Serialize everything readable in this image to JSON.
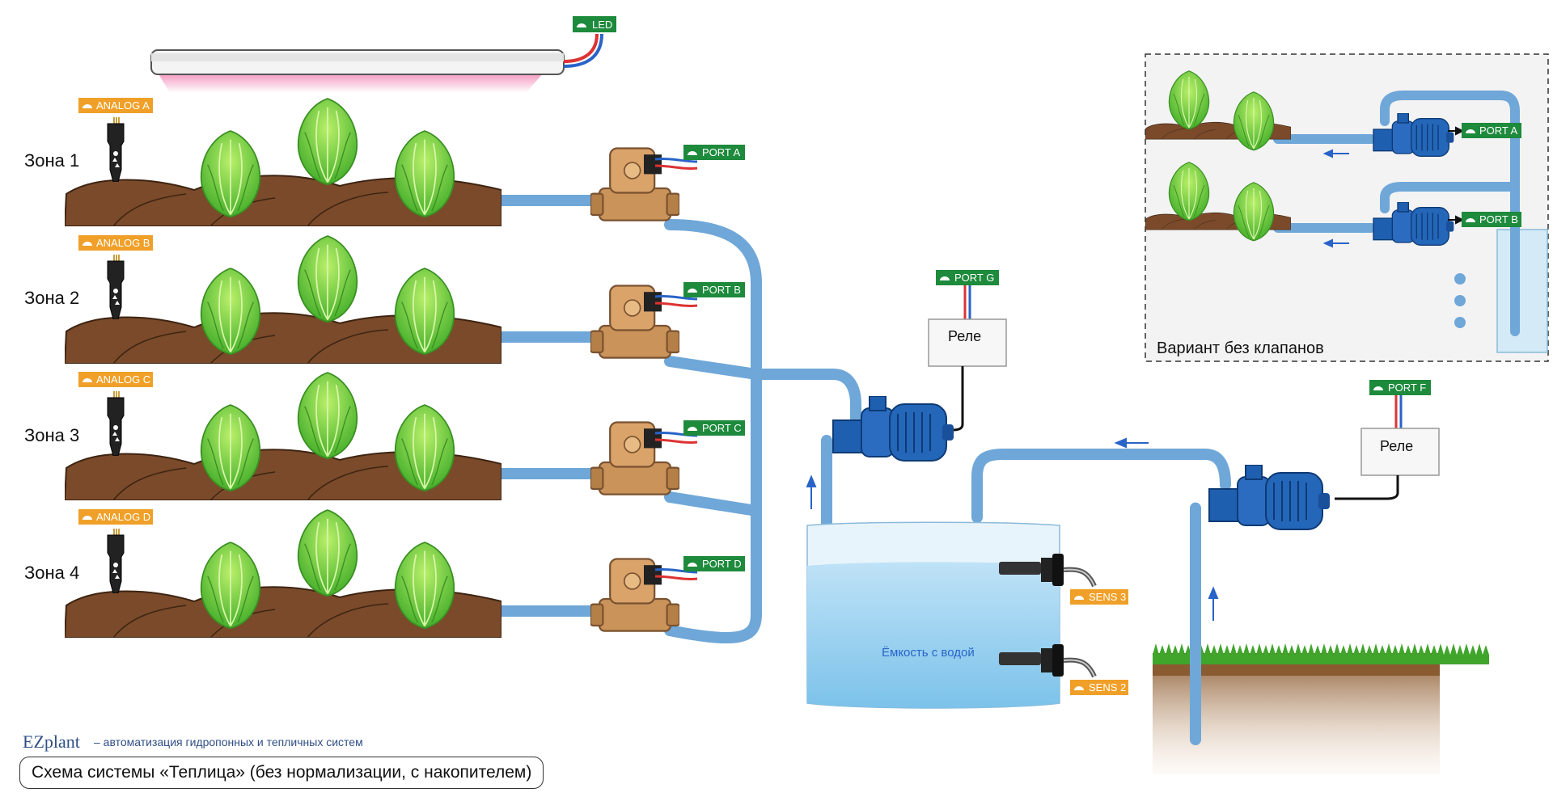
{
  "title": "Схема системы «Теплица» (без нормализации, с накопителем)",
  "brand": {
    "name": "EZplant",
    "tagline": "– автоматизация гидропонных и тепличных систем"
  },
  "led_label": "LED",
  "zones": [
    {
      "label": "Зона 1",
      "sensor": "ANALOG A",
      "valve_port": "PORT A"
    },
    {
      "label": "Зона 2",
      "sensor": "ANALOG B",
      "valve_port": "PORT B"
    },
    {
      "label": "Зона 3",
      "sensor": "ANALOG C",
      "valve_port": "PORT C"
    },
    {
      "label": "Зона 4",
      "sensor": "ANALOG D",
      "valve_port": "PORT D"
    }
  ],
  "relay_g": {
    "port": "PORT G",
    "label": "Реле"
  },
  "relay_f": {
    "port": "PORT F",
    "label": "Реле"
  },
  "tank": {
    "label": "Ёмкость с водой",
    "sensor_top": "SENS 3",
    "sensor_bottom": "SENS 2"
  },
  "variant": {
    "label": "Вариант без клапанов",
    "port_a": "PORT A",
    "port_b": "PORT B"
  },
  "colors": {
    "pipe": "#6fa7d8",
    "port_tag": "#1d8a3c",
    "sensor_tag": "#f0a028",
    "soil": "#7a4a2a",
    "pump": "#1f5fb0",
    "valve": "#c9935a"
  }
}
